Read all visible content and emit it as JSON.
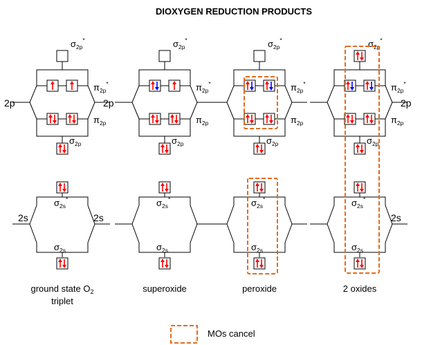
{
  "title": "DIOXYGEN REDUCTION PRODUCTS",
  "labels": {
    "atomic_2p": "2p",
    "atomic_2s": "2s",
    "sigma": "σ",
    "pi": "π",
    "sub_2p": "2p",
    "sub_2s": "2s",
    "star": "*",
    "O2_main": "ground state O",
    "O2_sub": "2",
    "O2_line2": "triplet"
  },
  "columns": [
    {
      "name": "ground state O2 triplet",
      "atomic_left": true,
      "atomic_right": true,
      "electrons": {
        "sigma2p_star": 0,
        "pi2p_star": [
          1,
          1
        ],
        "pi2p": [
          2,
          2
        ],
        "sigma2p": 2,
        "sigma2s_star": 2,
        "sigma2s": 2
      }
    },
    {
      "name": "superoxide",
      "caption": "superoxide",
      "atomic_left": false,
      "atomic_right": false,
      "electrons": {
        "sigma2p_star": 0,
        "pi2p_star": [
          2,
          1
        ],
        "pi2p": [
          2,
          2
        ],
        "sigma2p": 2,
        "sigma2s_star": 2,
        "sigma2s": 2
      }
    },
    {
      "name": "peroxide",
      "caption": "peroxide",
      "atomic_left": false,
      "atomic_right": false,
      "electrons": {
        "sigma2p_star": 0,
        "pi2p_star": [
          2,
          2
        ],
        "pi2p": [
          2,
          2
        ],
        "sigma2p": 2,
        "sigma2s_star": 2,
        "sigma2s": 2
      }
    },
    {
      "name": "2 oxides",
      "caption": "2 oxides",
      "atomic_left": false,
      "atomic_right": true,
      "electrons": {
        "sigma2p_star": 2,
        "pi2p_star": [
          2,
          2
        ],
        "pi2p": [
          2,
          2
        ],
        "sigma2p": 2,
        "sigma2s_star": 2,
        "sigma2s": 2
      }
    }
  ],
  "legend": {
    "label": "MOs cancel"
  },
  "colors": {
    "arrow_up": "#ff0000",
    "arrow_down_paired": "#ff0000",
    "arrow_blue": "#0000ff",
    "cancel_box": "#e56a1c"
  }
}
